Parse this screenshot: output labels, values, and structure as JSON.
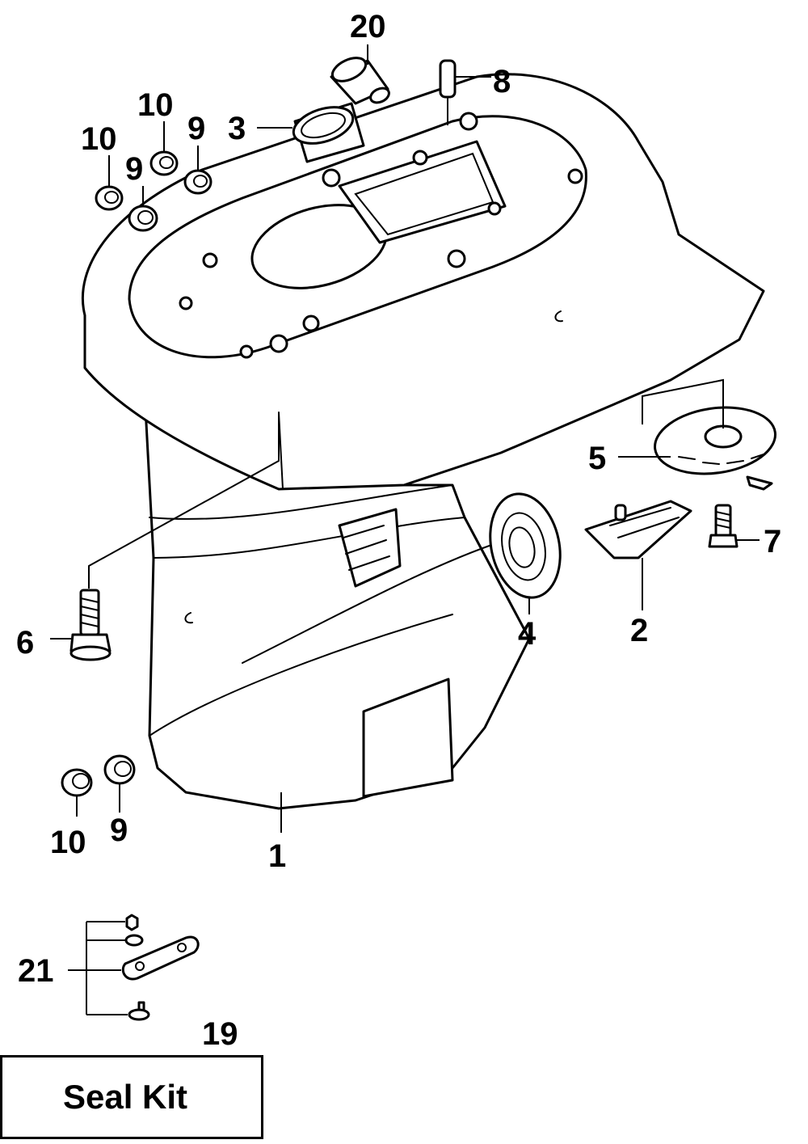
{
  "callouts": {
    "c1": "1",
    "c2": "2",
    "c3": "3",
    "c4": "4",
    "c5": "5",
    "c6": "6",
    "c7": "7",
    "c8": "8",
    "c9a": "9",
    "c9b": "9",
    "c9c": "9",
    "c10a": "10",
    "c10b": "10",
    "c10c": "10",
    "c19": "19",
    "c20": "20",
    "c21": "21"
  },
  "seal_kit": {
    "label": "Seal Kit"
  }
}
